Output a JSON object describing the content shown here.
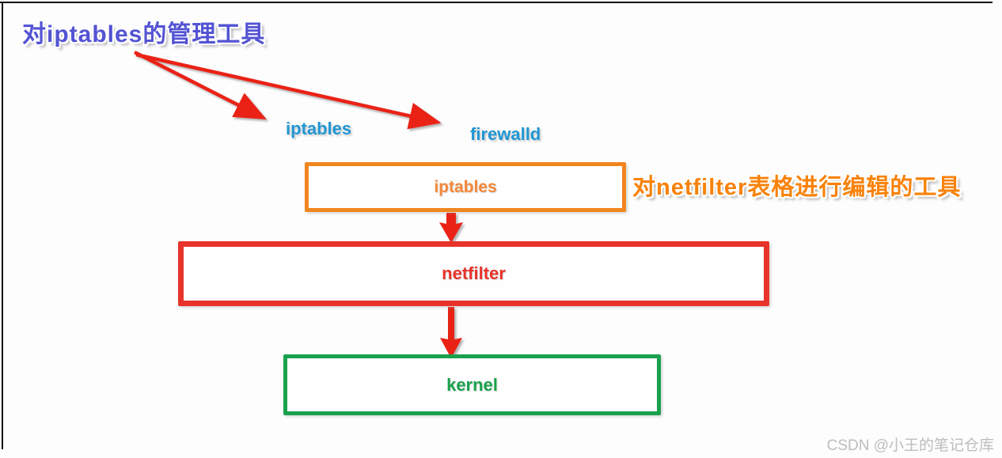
{
  "diagram": {
    "title": "对iptables的管理工具",
    "annotation": "对netfilter表格进行编辑的工具",
    "tool_labels": [
      {
        "label": "iptables"
      },
      {
        "label": "firewalld"
      }
    ],
    "boxes": [
      {
        "id": "iptables",
        "label": "iptables"
      },
      {
        "id": "netfilter",
        "label": "netfilter"
      },
      {
        "id": "kernel",
        "label": "kernel"
      }
    ],
    "arrows": [
      {
        "name": "title-to-iptables-label"
      },
      {
        "name": "title-to-firewalld-label"
      },
      {
        "name": "iptables-box-to-netfilter-box"
      },
      {
        "name": "netfilter-box-to-kernel-box"
      }
    ],
    "watermark": "CSDN @小王的笔记仓库"
  },
  "colors": {
    "title_blue": "#5353d3",
    "label_blue": "#2196d3",
    "orange": "#f0861f",
    "orange_text": "#f5873a",
    "orange_bright": "#f8820a",
    "red": "#e8332a",
    "green": "#1aa14d",
    "arrow_red": "#ea2014",
    "watermark_gray": "#bdbdbb",
    "border_black": "#111111"
  }
}
